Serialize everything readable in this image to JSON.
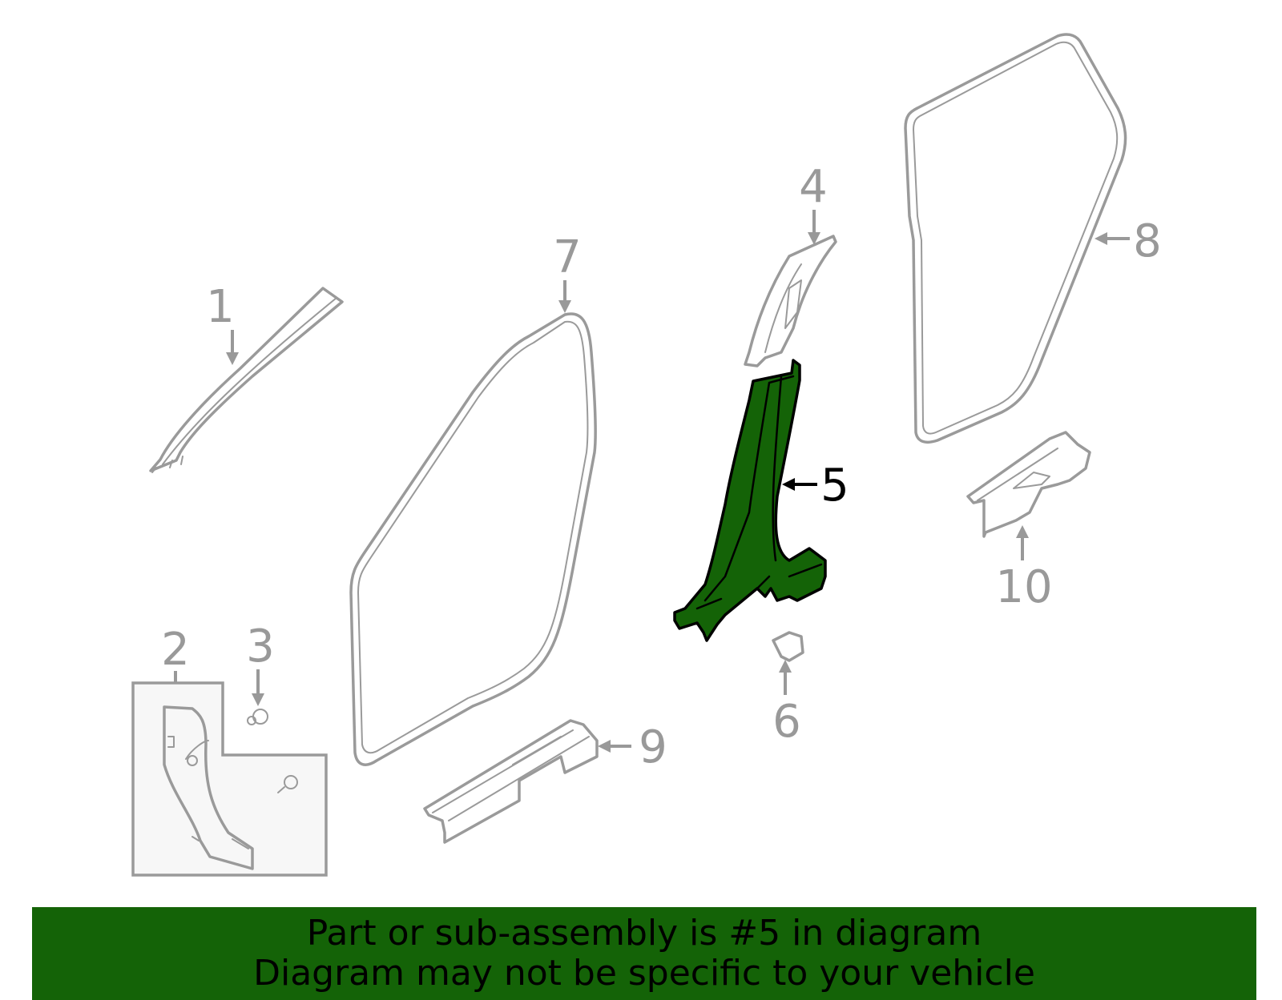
{
  "diagram": {
    "highlight_color": "#146307",
    "line_color": "#9a9a9a",
    "callouts": [
      {
        "number": "1",
        "part": "windshield-pillar-trim"
      },
      {
        "number": "2",
        "part": "lower-pillar-trim-kit"
      },
      {
        "number": "3",
        "part": "clip"
      },
      {
        "number": "4",
        "part": "center-pillar-upper-trim"
      },
      {
        "number": "5",
        "part": "center-pillar-lower-trim",
        "highlighted": true
      },
      {
        "number": "6",
        "part": "clip"
      },
      {
        "number": "7",
        "part": "front-door-weatherstrip"
      },
      {
        "number": "8",
        "part": "rear-door-weatherstrip"
      },
      {
        "number": "9",
        "part": "front-scuff-plate"
      },
      {
        "number": "10",
        "part": "rear-scuff-plate"
      }
    ]
  },
  "banner": {
    "line1": "Part or sub-assembly is #5 in diagram",
    "line2": "Diagram may not be specific to your vehicle",
    "background": "#146307"
  }
}
